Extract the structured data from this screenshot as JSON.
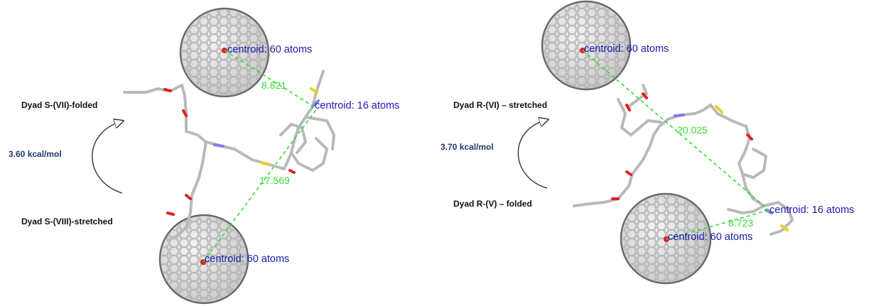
{
  "panels": [
    {
      "id": "left",
      "conformer_top": "Dyad S-(VII)-folded",
      "conformer_bottom": "Dyad S-(VIII)-stretched",
      "energy": "3.60 kcal/mol",
      "centroid_labels": [
        "centroid: 60 atoms",
        "centroid: 16 atoms",
        "centroid: 60 atoms"
      ],
      "distances": [
        "8.821",
        "17.569"
      ]
    },
    {
      "id": "right",
      "conformer_top": "Dyad R-(VI) – stretched",
      "conformer_bottom": "Dyad R-(V) – folded",
      "energy": "3.70 kcal/mol",
      "centroid_labels": [
        "centroid: 60 atoms",
        "centroid: 16 atoms",
        "centroid: 60 atoms"
      ],
      "distances": [
        "20.025",
        "8.723"
      ]
    }
  ],
  "colors": {
    "carbon": "#b9b9b9",
    "oxygen": "#e02020",
    "nitrogen": "#8080e0",
    "sulfur": "#e8d020",
    "centroid_text": "#1a1ab0",
    "distance": "#33dd33",
    "energy_text": "#1f3a6b"
  }
}
